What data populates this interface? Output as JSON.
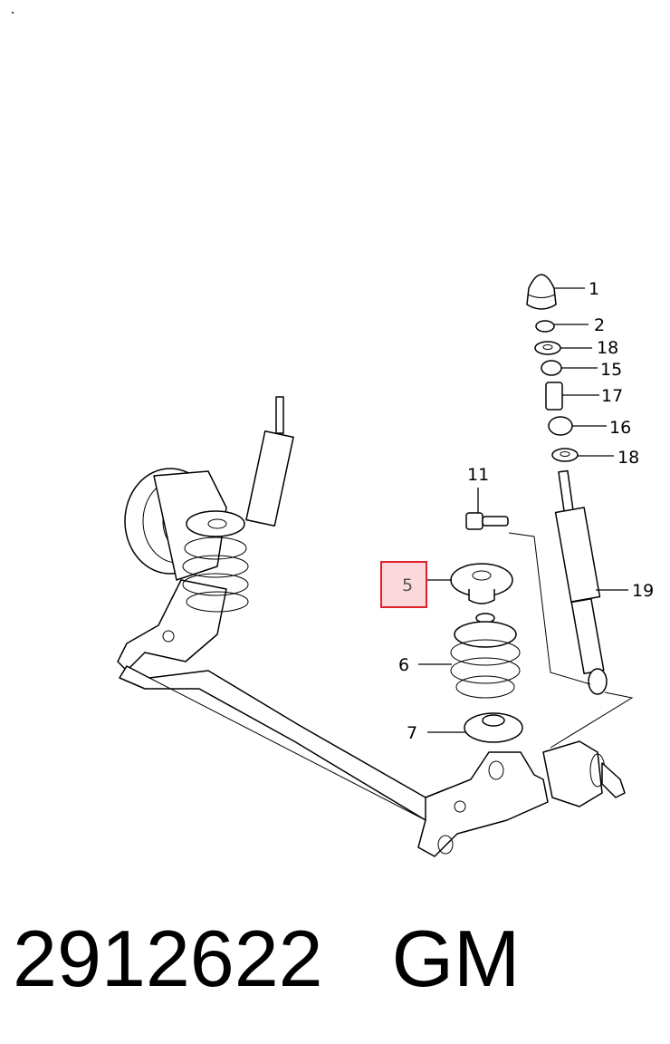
{
  "callouts": {
    "c1": "1",
    "c2": "2",
    "c18a": "18",
    "c15": "15",
    "c17": "17",
    "c16": "16",
    "c18b": "18",
    "c11": "11",
    "c19": "19",
    "c5": "5",
    "c6": "6",
    "c7": "7"
  },
  "highlight": {
    "callout": "5",
    "color": "#e0202a",
    "fill": "#fbd8dc"
  },
  "caption": {
    "part_number": "2912622",
    "brand": "GM"
  }
}
